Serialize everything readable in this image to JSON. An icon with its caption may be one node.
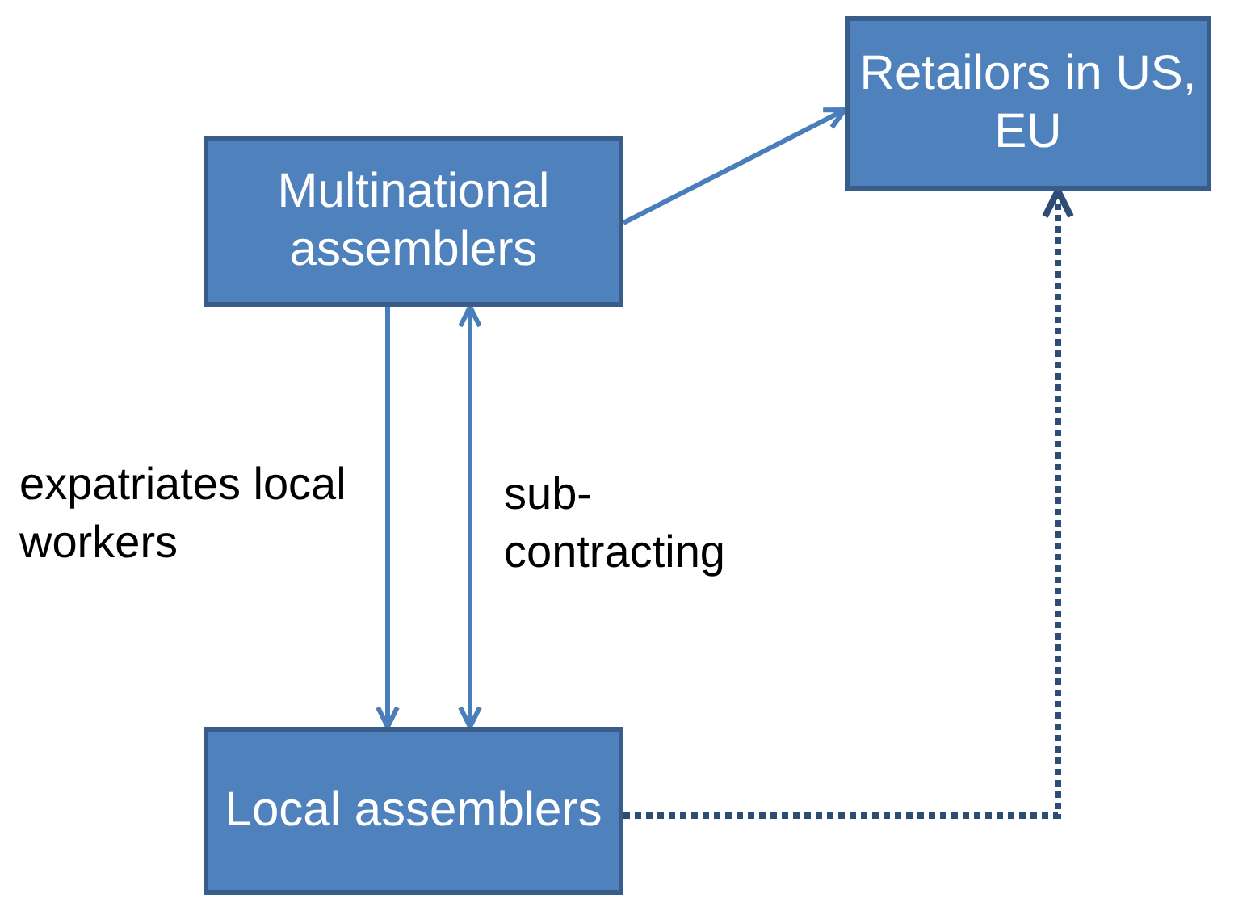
{
  "diagram": {
    "nodes": [
      {
        "text": [
          "Multinational assemblers"
        ]
      },
      {
        "text": [
          "Retailors in US, EU"
        ]
      },
      {
        "text": [
          "Local assemblers"
        ]
      }
    ],
    "edges": [
      {
        "from": 0,
        "to": 1,
        "arrow": "to"
      },
      {
        "from": 0,
        "to": 2,
        "arrow": "to",
        "label": "expatriates local workers"
      },
      {
        "from": 2,
        "to": 0,
        "arrow": "both",
        "label": "sub-contracting"
      },
      {
        "from": 2,
        "to": 1,
        "arrow": "to",
        "style": "dashed",
        "color": "#2c4d75"
      }
    ]
  }
}
